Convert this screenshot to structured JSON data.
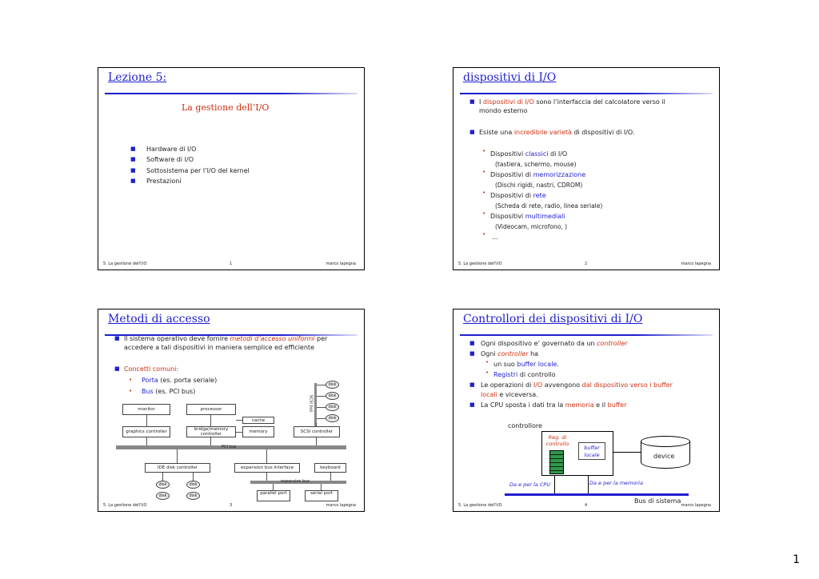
{
  "page_number": "1",
  "footer_title": "5. La gestione dell'I/O",
  "footer_author": "marco lapegna",
  "slide1": {
    "title": "Lezione 5:",
    "subtitle": "La gestione dell’I/O",
    "bullets": [
      "Hardware di I/O",
      "Software  di I/O",
      "Sottosistema per l’I/O del kernel",
      "Prestazioni"
    ],
    "num": "1"
  },
  "slide2": {
    "title": "dispositivi di I/O",
    "num": "2",
    "b1_pre": "I ",
    "b1_hl": "dispositivi di I/O",
    "b1_post": " sono l’interfaccia del calcolatore verso il",
    "b1_line2": "mondo esterno",
    "b2_pre": "Esiste una ",
    "b2_hl": "incredibile varietà",
    "b2_post": " di dispositivi di I/O.",
    "items": [
      {
        "pre": "Dispositivi ",
        "hl": "classici",
        "post": " di I/O",
        "sub": "(tastiera, schermo, mouse)"
      },
      {
        "pre": "Dispositivi di ",
        "hl": "memorizzazione",
        "post": "",
        "sub": "(Dischi rigidi, nastri, CDROM)"
      },
      {
        "pre": "Dispositivi di ",
        "hl": "rete",
        "post": "",
        "sub": "(Scheda di rete, radio, linea seriale)"
      },
      {
        "pre": "Dispositivi ",
        "hl": "multimediali",
        "post": "",
        "sub": "(Videocam, microfono, )"
      },
      {
        "pre": "…",
        "hl": "",
        "post": "",
        "sub": ""
      }
    ]
  },
  "slide3": {
    "title": "Metodi di accesso",
    "num": "3",
    "b1_pre": "Il sistema operativo deve fornire ",
    "b1_hl": "metodi d’accesso uniformi",
    "b1_post": " per",
    "b1_line2": "accedere a tali dispositivi in maniera semplice ed efficiente",
    "b2": "Concetti comuni:",
    "sub1_hl": "Porta",
    "sub1_post": " (es. porta seriale)",
    "sub2_hl": "Bus",
    "sub2_post": " (es. PCI bus)",
    "diagram": {
      "monitor": "monitor",
      "processor": "processor",
      "cache": "cache",
      "graphics": "graphics controller",
      "bridge": "bridge/memory controller",
      "memory": "memory",
      "scsi": "SCSI controller",
      "scsi_bus": "SCSI bus",
      "pci": "PCI bus",
      "ide": "IDE disk controller",
      "expif": "expansion bus interface",
      "keyboard": "keyboard",
      "expbus": "expansion bus",
      "parallel": "parallel port",
      "serial": "serial port",
      "disk": "disk"
    }
  },
  "slide4": {
    "title": "Controllori dei dispositivi di I/O",
    "num": "4",
    "l1_pre": "Ogni dispositivo e’ governato da un ",
    "l1_hl": "controller",
    "l2_pre": "Ogni ",
    "l2_hl": "controller",
    "l2_post": " ha",
    "l3_pre": "un suo ",
    "l3_hl": "buffer locale",
    "l3_post": ".",
    "l4_hl": "Registri",
    "l4_post": " di controllo",
    "l5_pre": "Le operazioni di ",
    "l5_hl1": "I/O",
    "l5_mid": " avvengono ",
    "l5_hl2": "dal dispositivo verso i buffer",
    "l5b_hl": "locali",
    "l5b_post": " e viceversa.",
    "l6_pre": "La CPU sposta i dati tra la ",
    "l6_hl1": "memoria",
    "l6_mid": " e il  ",
    "l6_hl2": "buffer",
    "diagram": {
      "controllore": "controllore",
      "reg": "Reg. di controllo",
      "buffer": "buffer locale",
      "device": "device",
      "cpu_label": "Da e per la CPU",
      "mem_label": "Da e per la memoria",
      "bus": "Bus di sistema"
    }
  }
}
